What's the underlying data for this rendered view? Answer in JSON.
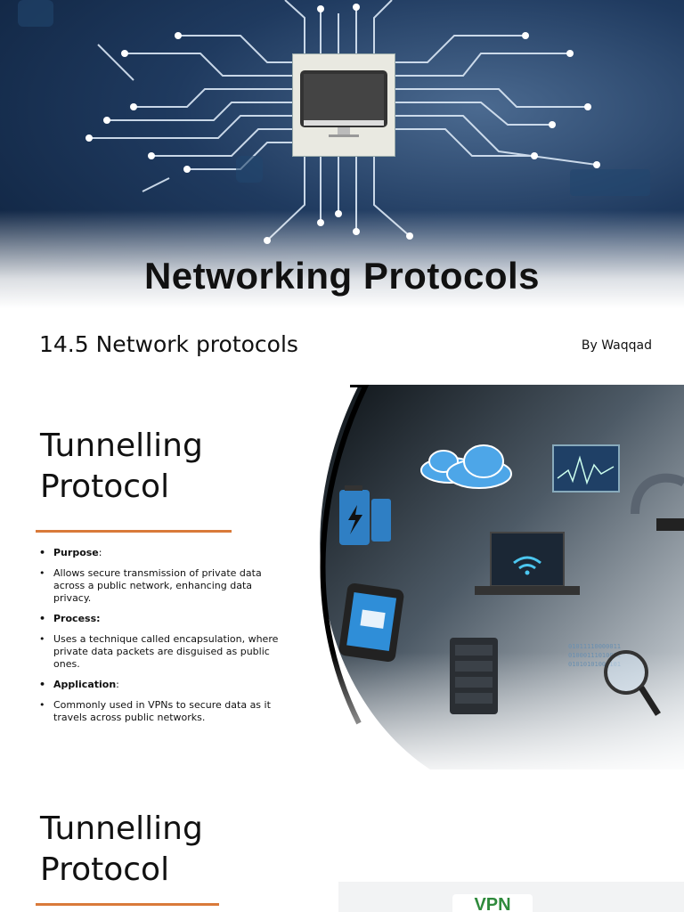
{
  "hero": {
    "title": "Networking Protocols"
  },
  "slide1": {
    "title": "14.5 Network protocols",
    "author": "By Waqqad"
  },
  "slide2": {
    "heading_line1": "Tunnelling",
    "heading_line2": "Protocol",
    "bullets": [
      {
        "text": "Purpose",
        "suffix": ":",
        "bold": true
      },
      {
        "text": "Allows secure transmission of private data across a public network, enhancing data privacy.",
        "bold": false
      },
      {
        "text": "Process:",
        "bold": true
      },
      {
        "text": "Uses a technique called encapsulation, where private data packets are disguised as public ones.",
        "bold": false
      },
      {
        "text": "Application",
        "suffix": ":",
        "bold": true
      },
      {
        "text": "Commonly used in VPNs to secure data as it travels across public networks.",
        "bold": false
      }
    ],
    "accent_color": "#d97a3a"
  },
  "slide3": {
    "heading_line1": "Tunnelling",
    "heading_line2": "Protocol",
    "badge": "VPN"
  },
  "icons": [
    "circuit-board-icon",
    "monitor-icon",
    "battery-icon",
    "cloud-icon",
    "chart-monitor-icon",
    "router-icon",
    "laptop-wifi-icon",
    "tablet-mail-icon",
    "server-icon",
    "magnifier-binary-icon"
  ]
}
